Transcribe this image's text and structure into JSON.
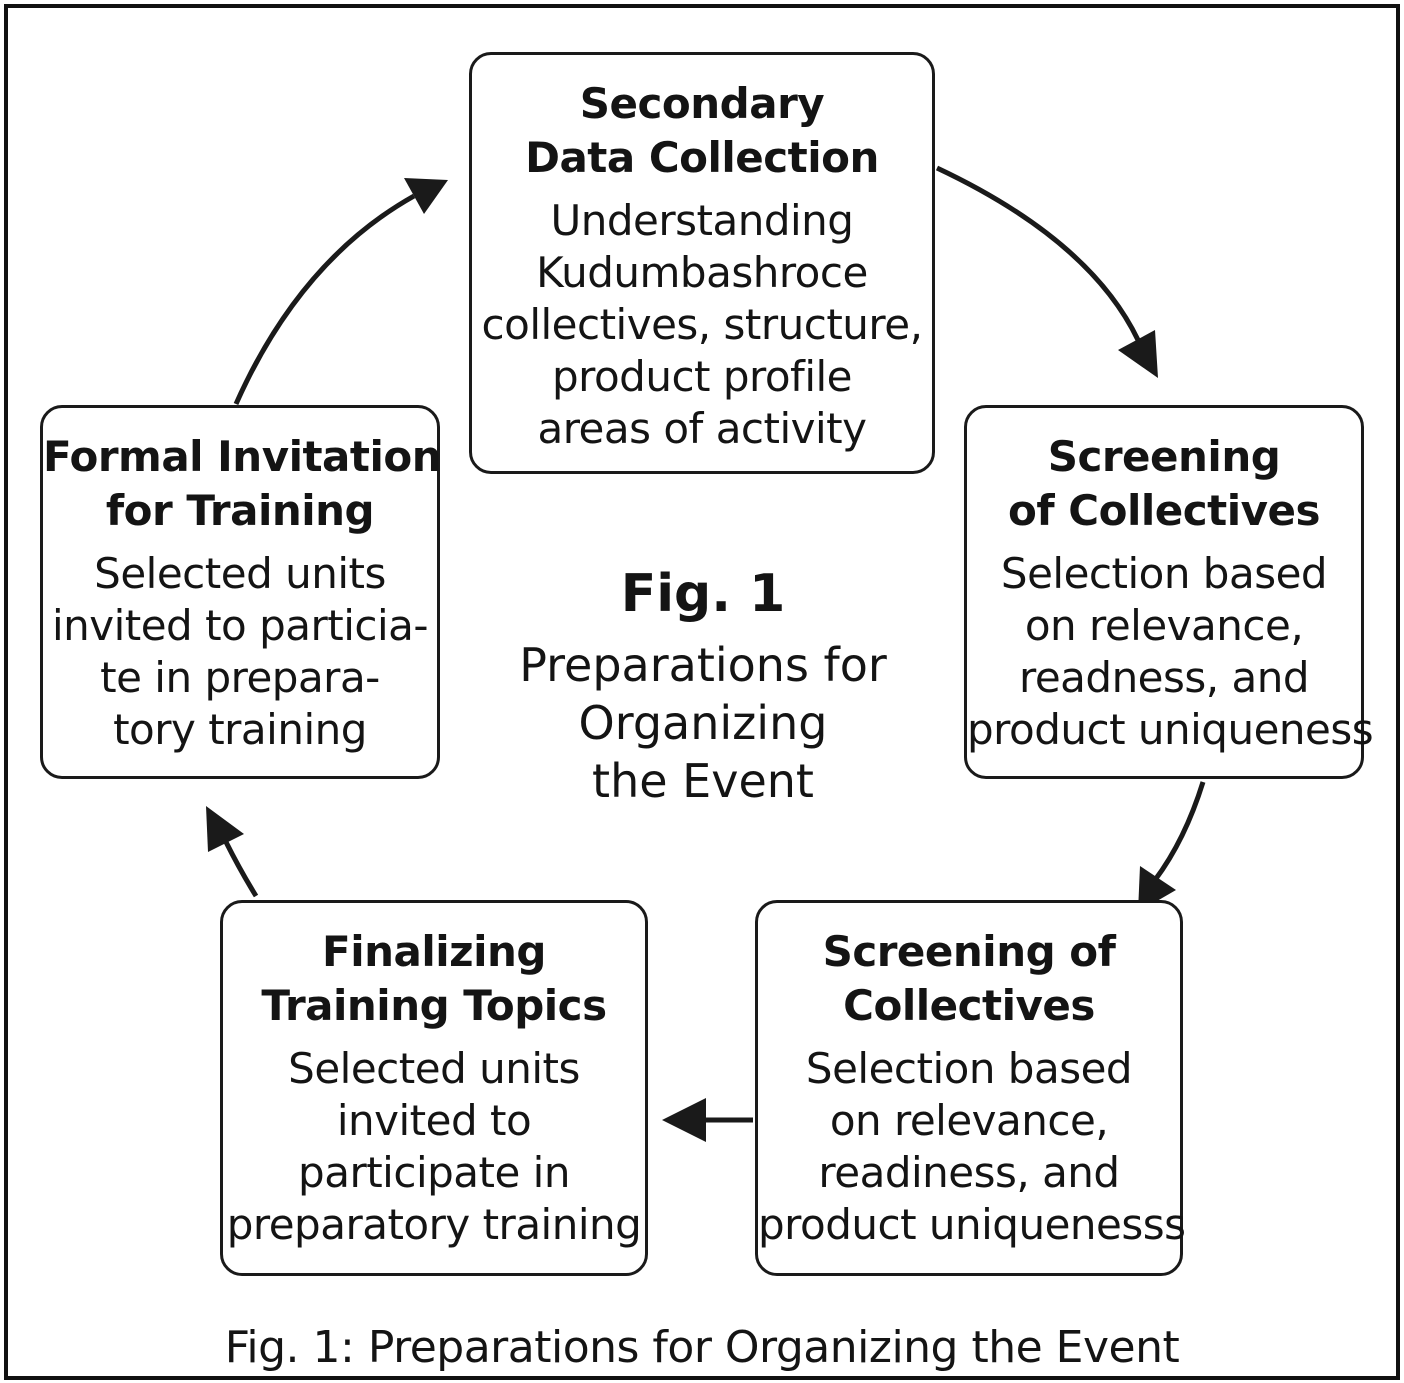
{
  "figure": {
    "center_label": "Fig. 1",
    "center_title_lines": [
      "Preparations for",
      "Organizing",
      "the Event"
    ],
    "caption": "Fig. 1: Preparations for Organizing the Event"
  },
  "nodes": [
    {
      "title_lines": [
        "Secondary",
        "Data Collection"
      ],
      "body_lines": [
        "Understanding",
        "Kudumbashroce",
        "collectives, structure,",
        "product profile",
        "areas of activity"
      ]
    },
    {
      "title_lines": [
        "Screening",
        "of Collectives"
      ],
      "body_lines": [
        "Selection based",
        "on relevance,",
        "readness, and",
        "product uniqueness"
      ]
    },
    {
      "title_lines": [
        "Screening of",
        "Collectives"
      ],
      "body_lines": [
        "Selection based",
        "on relevance,",
        "readiness, and",
        "product uniquenesss"
      ]
    },
    {
      "title_lines": [
        "Finalizing",
        "Training Topics"
      ],
      "body_lines": [
        "Selected units",
        "invited to",
        "participate in",
        "preparatory training"
      ]
    },
    {
      "title_lines": [
        "Formal Invitation",
        "for Training"
      ],
      "body_lines": [
        "Selected units",
        "invited to particia-",
        "te in prepara-",
        "tory training"
      ]
    }
  ],
  "colors": {
    "stroke": "#1a1a1a",
    "background": "#ffffff"
  }
}
